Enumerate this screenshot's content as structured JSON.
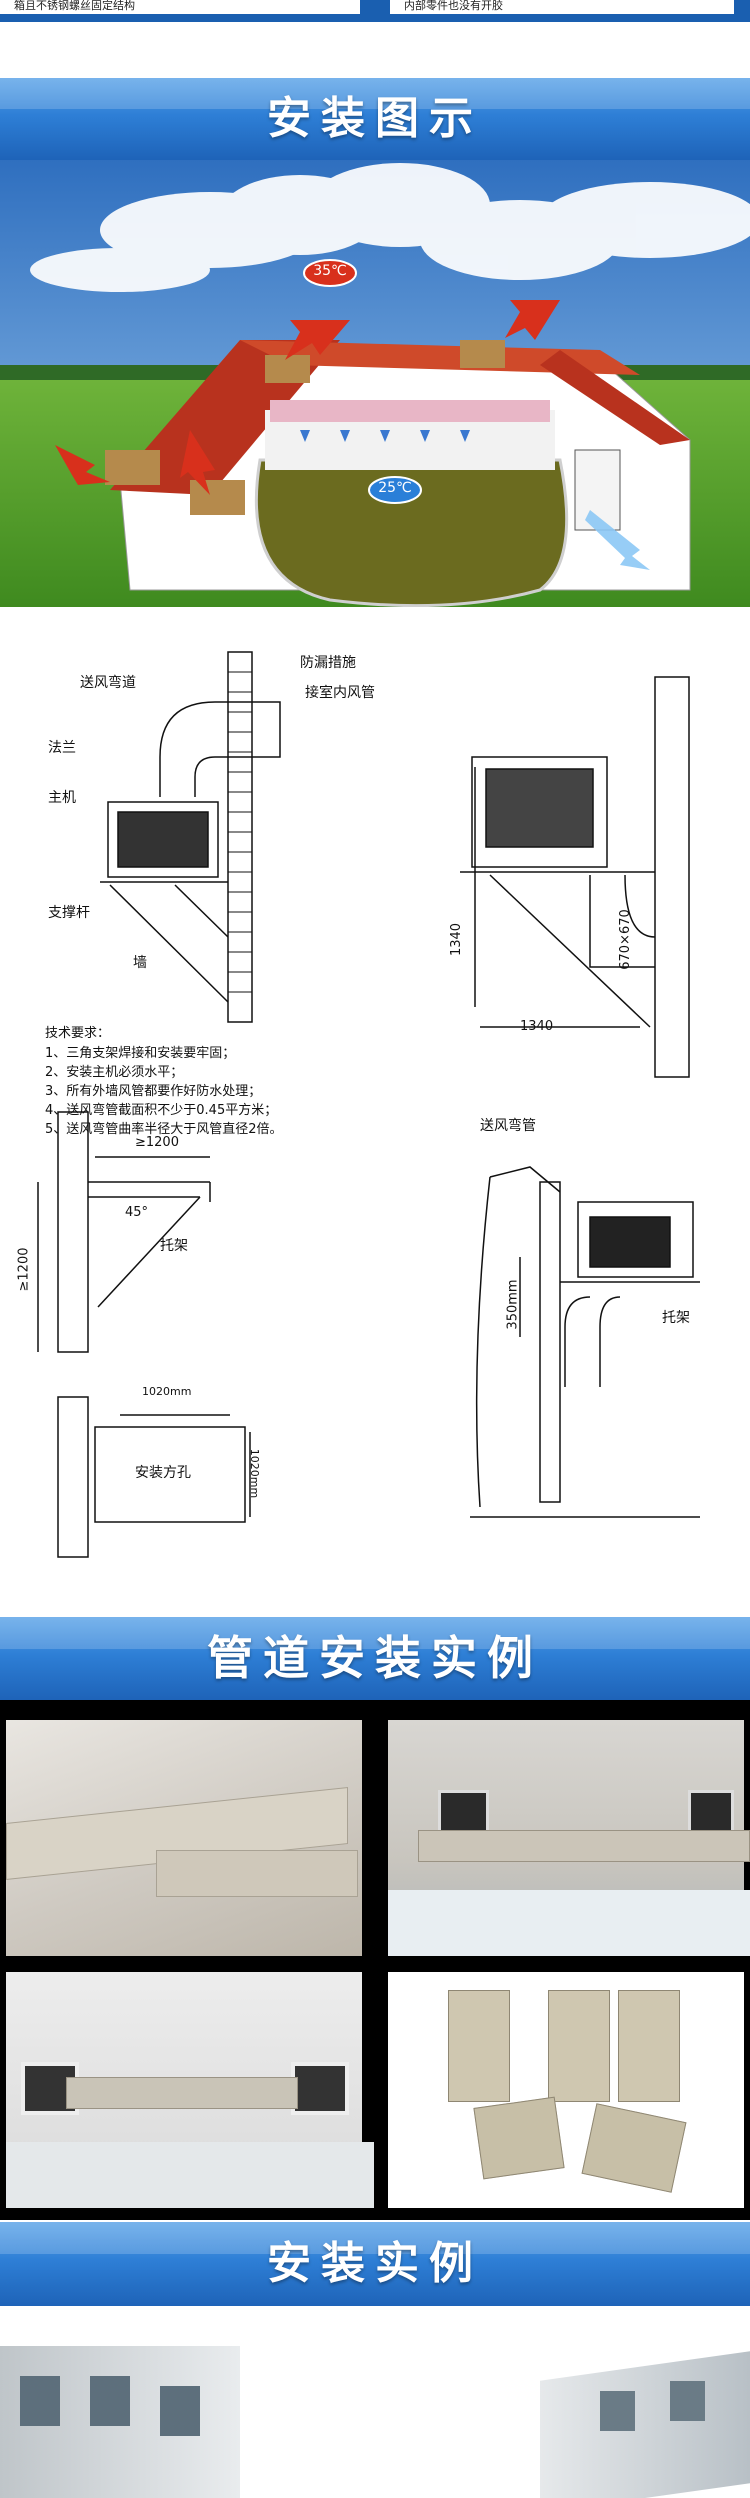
{
  "top_strip": {
    "left_text": "箱且不锈钢螺丝固定结构",
    "right_text": "内部零件也没有开胶"
  },
  "sections": {
    "install_diagram_title": "安装图示",
    "duct_examples_title": "管道安装实例",
    "install_examples_title": "安装实例"
  },
  "house_scene": {
    "temp_hot": "35℃",
    "temp_cool": "25℃"
  },
  "diagram1": {
    "labels": {
      "duct_elbow": "送风弯道",
      "rain_protection": "防漏措施",
      "indoor_duct": "接室内风管",
      "flange": "法兰",
      "main_unit": "主机",
      "support_rod": "支撑杆",
      "wall": "墙"
    },
    "requirements_title": "技术要求：",
    "requirements": [
      "1、三角支架焊接和安装要牢固；",
      "2、安装主机必须水平；",
      "3、所有外墙风管都要作好防水处理；",
      "4、送风弯管截面积不少于0.45平方米；",
      "5、送风弯管曲率半径大于风管直径2倍。"
    ]
  },
  "diagram2": {
    "dim_vertical": "1340",
    "dim_horizontal": "1340",
    "dim_duct": "670×670",
    "label_duct": "送风弯管"
  },
  "diagram3": {
    "dim_top": "≥1200",
    "dim_side": "≥1200",
    "angle": "45°",
    "label_bracket": "托架"
  },
  "diagram4": {
    "dim_width": "1020mm",
    "dim_height": "1020mm",
    "label_opening": "安装方孔"
  },
  "diagram5": {
    "dim_350": "350mm",
    "label_bracket": "托架"
  },
  "colors": {
    "banner_blue": "#2e7fd6",
    "roof_red": "#b8321e",
    "grass_green": "#5aa02a",
    "sky_blue": "#3f7fc9"
  }
}
